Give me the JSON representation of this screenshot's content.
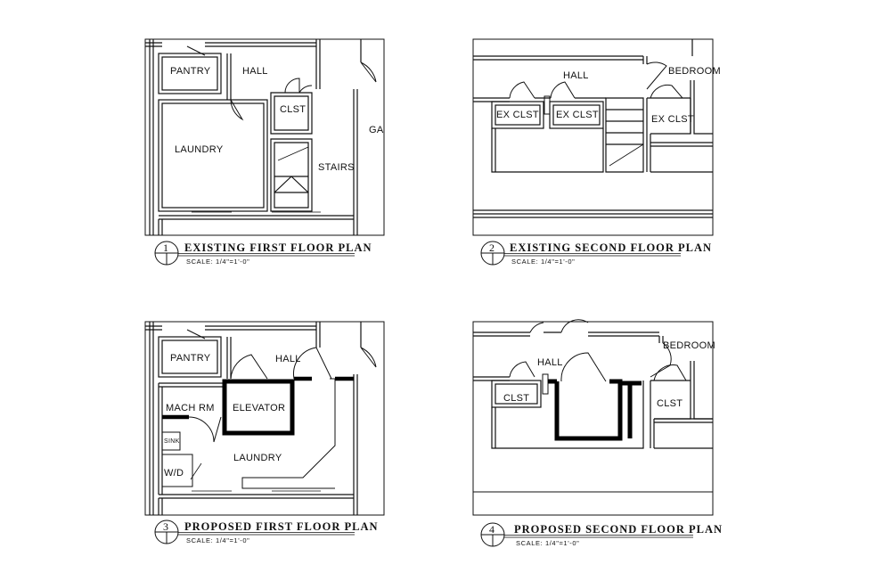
{
  "plans": [
    {
      "number": "1",
      "title": "EXISTING FIRST FLOOR PLAN",
      "scale": "SCALE: 1/4\"=1'-0\"",
      "rooms": {
        "pantry": "PANTRY",
        "hall": "HALL",
        "clst": "CLST",
        "laundry": "LAUNDRY",
        "stairs": "STAIRS",
        "garage_cut": "GA"
      }
    },
    {
      "number": "2",
      "title": "EXISTING SECOND FLOOR PLAN",
      "scale": "SCALE: 1/4\"=1'-0\"",
      "rooms": {
        "hall": "HALL",
        "bedroom": "BEDROOM",
        "ex_clst_1": "EX CLST",
        "ex_clst_2": "EX CLST",
        "ex_clst_3": "EX CLST"
      }
    },
    {
      "number": "3",
      "title": "PROPOSED FIRST FLOOR PLAN",
      "scale": "SCALE: 1/4\"=1'-0\"",
      "rooms": {
        "pantry": "PANTRY",
        "hall": "HALL",
        "mach_rm": "MACH RM",
        "elevator": "ELEVATOR",
        "sink": "SINK",
        "laundry": "LAUNDRY",
        "wd": "W/D"
      }
    },
    {
      "number": "4",
      "title": "PROPOSED SECOND FLOOR PLAN",
      "scale": "SCALE: 1/4\"=1'-0\"",
      "rooms": {
        "hall": "HALL",
        "bedroom": "BEDROOM",
        "clst_1": "CLST",
        "clst_2": "CLST"
      }
    }
  ],
  "colors": {
    "ink": "#111111",
    "paper": "#ffffff",
    "new_wall": "#000000"
  }
}
